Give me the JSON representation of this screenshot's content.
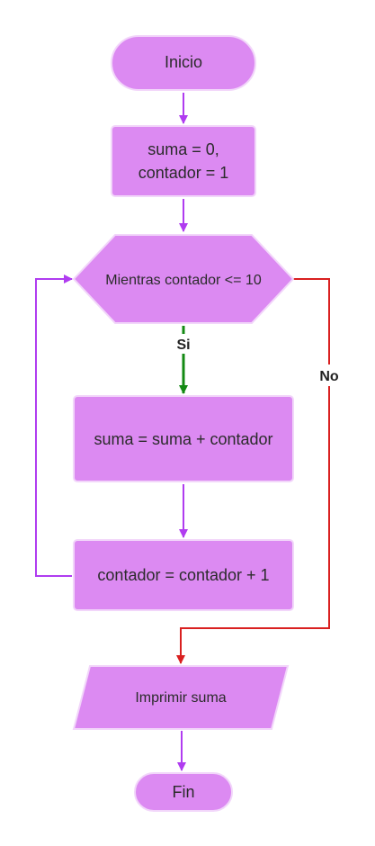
{
  "colors": {
    "node_fill": "#dc8af2",
    "node_stroke": "#f2d6fa",
    "flow_arrow": "#b03cf0",
    "yes_arrow": "#148a14",
    "no_arrow": "#d92020",
    "text": "#2b2b2b"
  },
  "nodes": {
    "start": {
      "shape": "terminator",
      "label": "Inicio"
    },
    "init": {
      "shape": "process",
      "line1": "suma = 0,",
      "line2": "contador = 1"
    },
    "loop": {
      "shape": "hexagon",
      "label": "Mientras contador <= 10"
    },
    "add": {
      "shape": "process",
      "label": "suma = suma + contador"
    },
    "increment": {
      "shape": "process",
      "label": "contador = contador + 1"
    },
    "output": {
      "shape": "parallelogram",
      "label": "Imprimir suma"
    },
    "end": {
      "shape": "terminator",
      "label": "Fin"
    }
  },
  "edges": {
    "yes_label": "Si",
    "no_label": "No"
  }
}
